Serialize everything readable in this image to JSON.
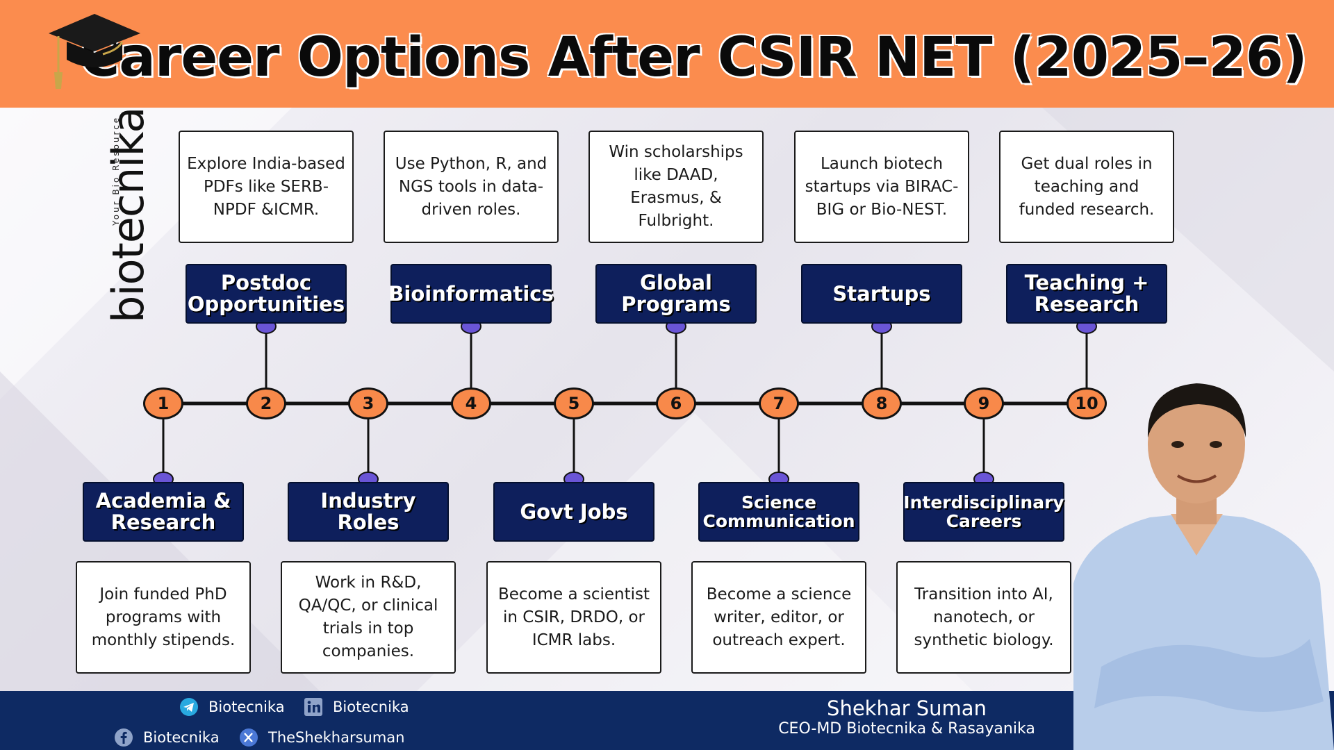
{
  "header": {
    "title": "Career Options After CSIR NET (2025–26)"
  },
  "logo": {
    "name": "biotecnika",
    "tagline": "Your Bio Resource"
  },
  "steps": [
    {
      "num": "1",
      "title": "Academia & Research",
      "desc": "Join funded PhD programs with monthly stipends."
    },
    {
      "num": "2",
      "title": "Postdoc Opportunities",
      "desc": "Explore India-based PDFs like SERB-NPDF &ICMR."
    },
    {
      "num": "3",
      "title": "Industry Roles",
      "desc": "Work in R&D, QA/QC, or clinical trials in top companies."
    },
    {
      "num": "4",
      "title": "Bioinformatics",
      "desc": "Use Python, R, and NGS tools in data-driven roles."
    },
    {
      "num": "5",
      "title": "Govt Jobs",
      "desc": "Become a scientist in CSIR, DRDO, or ICMR labs."
    },
    {
      "num": "6",
      "title": "Global Programs",
      "desc": "Win scholarships like DAAD, Erasmus, & Fulbright."
    },
    {
      "num": "7",
      "title": "Science Communication",
      "desc": "Become a science writer, editor, or outreach expert."
    },
    {
      "num": "8",
      "title": "Startups",
      "desc": "Launch biotech startups via BIRAC-BIG or Bio-NEST."
    },
    {
      "num": "9",
      "title": "Interdisciplinary Careers",
      "desc": "Transition into AI, nanotech, or synthetic biology."
    },
    {
      "num": "10",
      "title": "Teaching + Research",
      "desc": "Get dual roles in teaching and funded research."
    }
  ],
  "footer": {
    "telegram": "Biotecnika",
    "linkedin": "Biotecnika",
    "facebook": "Biotecnika",
    "twitter": "TheShekharsuman",
    "person_name": "Shekhar Suman",
    "person_role": "CEO-MD Biotecnika & Rasayanika"
  },
  "colors": {
    "header": "#fb8c4e",
    "label_bg": "#0e1f5c",
    "node": "#f8894a",
    "footer": "#0e2a63"
  }
}
